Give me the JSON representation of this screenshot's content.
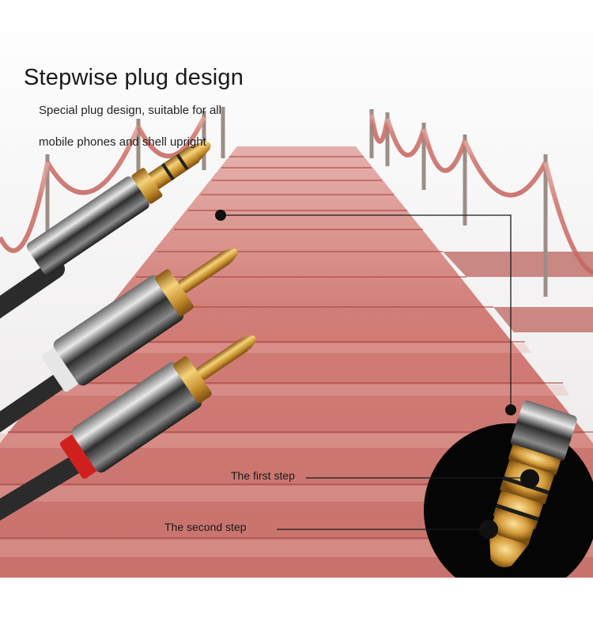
{
  "heading": {
    "title": "Stepwise plug design",
    "subtitle_line1": "Special plug design, suitable for all",
    "subtitle_line2": "mobile phones and shell upright"
  },
  "callouts": {
    "first_step": "The first step",
    "second_step": "The second step"
  },
  "colors": {
    "carpet": "#c25b55",
    "rope": "#b0504c",
    "gold": "#d9a441",
    "chrome": "#3a3a3a",
    "cable": "#2b2b2b",
    "red_ring": "#d0201e",
    "white_ring": "#e6e6e6",
    "zoom_bg": "#050505"
  }
}
